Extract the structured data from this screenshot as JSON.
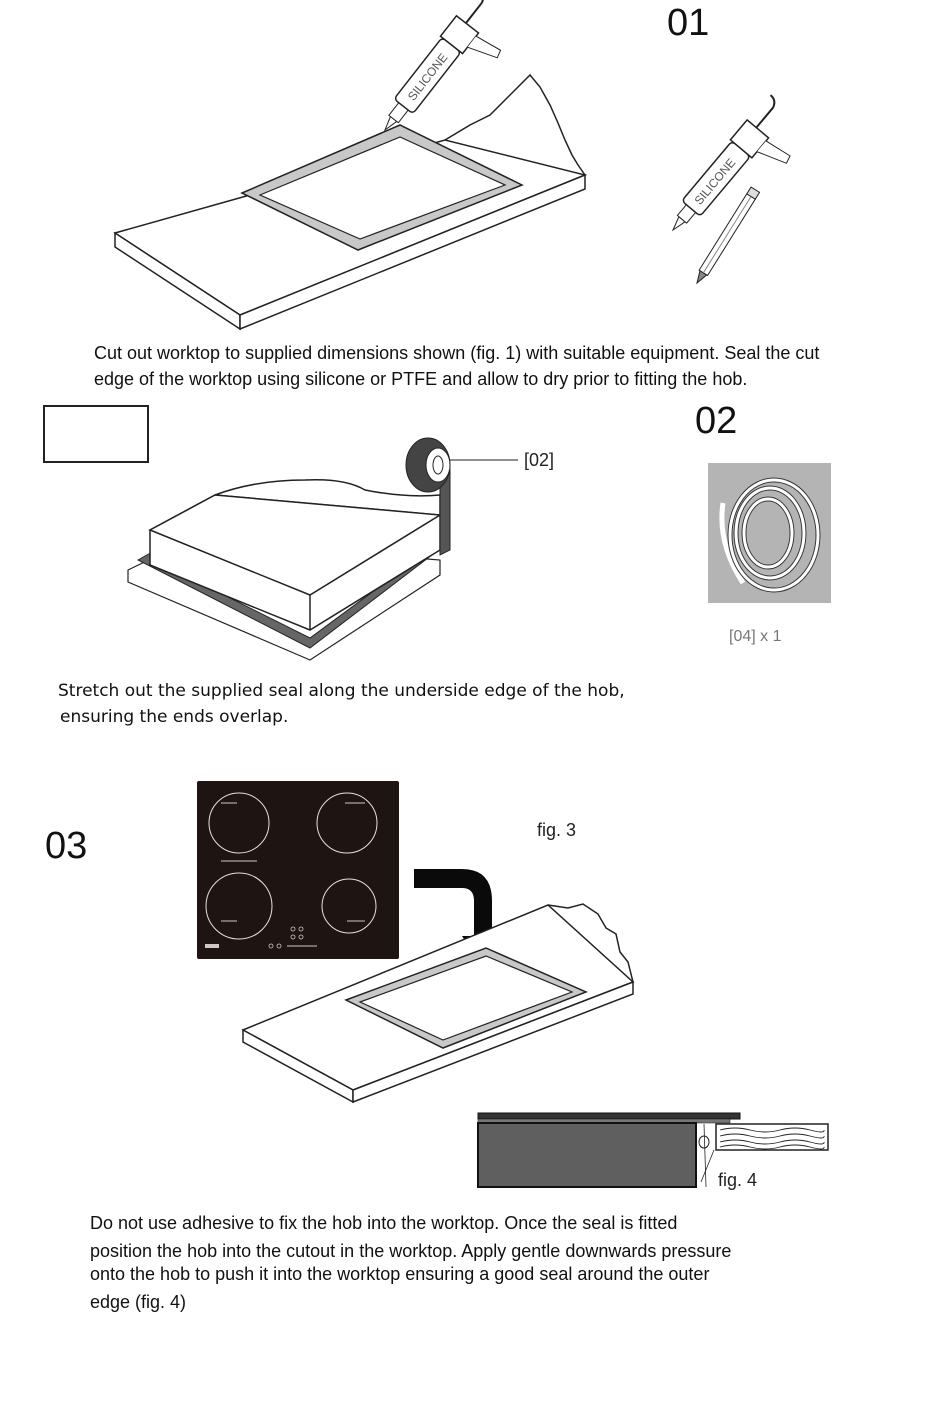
{
  "step1": {
    "number": "01",
    "gun_label": "SILICONE",
    "text_line1": "Cut out worktop to supplied dimensions shown (fig. 1) with suitable equipment. Seal the cut",
    "text_line2": "edge of the worktop using silicone or PTFE and allow to dry prior to fitting the hob."
  },
  "step2": {
    "number": "02",
    "callout": "[02]",
    "seal_caption": "[04] x 1",
    "text_line1": "Stretch out the supplied seal along the underside edge of the hob,",
    "text_line2": "ensuring the  ends overlap."
  },
  "step3": {
    "number": "03",
    "fig3_label": "fig. 3",
    "fig4_label": "fig. 4",
    "text_line1": "Do not use adhesive to fix the hob into the worktop. Once the seal is fitted",
    "text_line2": "position the hob into the cutout in the worktop. Apply gentle downwards pressure",
    "text_line3": "onto the hob to push it into the worktop ensuring a good seal around the outer",
    "text_line4": "edge (fig. 4)"
  }
}
